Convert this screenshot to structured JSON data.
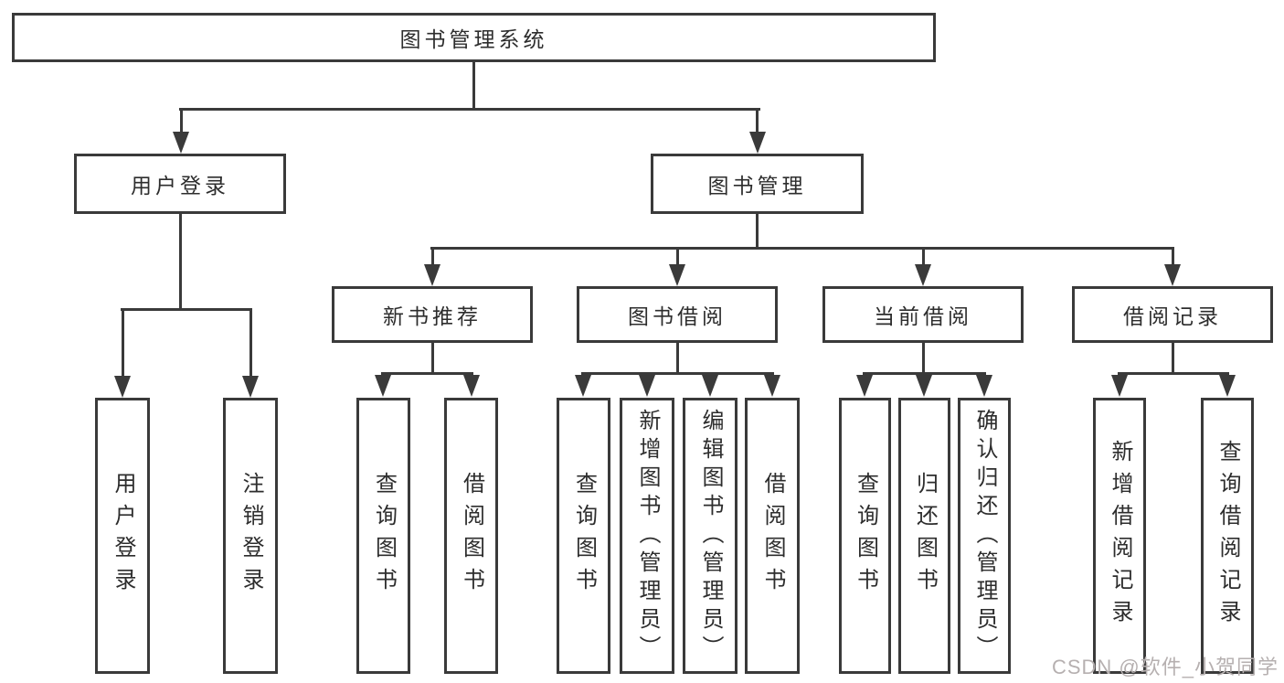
{
  "tree": {
    "label": "图书管理系统",
    "children": [
      {
        "label": "用户登录",
        "children": [
          {
            "label": "用户登录"
          },
          {
            "label": "注销登录"
          }
        ]
      },
      {
        "label": "图书管理",
        "children": [
          {
            "label": "新书推荐",
            "children": [
              {
                "label": "查询图书"
              },
              {
                "label": "借阅图书"
              }
            ]
          },
          {
            "label": "图书借阅",
            "children": [
              {
                "label": "查询图书"
              },
              {
                "label": "新增图书（管理员）"
              },
              {
                "label": "编辑图书（管理员）"
              },
              {
                "label": "借阅图书"
              }
            ]
          },
          {
            "label": "当前借阅",
            "children": [
              {
                "label": "查询图书"
              },
              {
                "label": "归还图书"
              },
              {
                "label": "确认归还（管理员）"
              }
            ]
          },
          {
            "label": "借阅记录",
            "children": [
              {
                "label": "新增借阅记录"
              },
              {
                "label": "查询借阅记录"
              }
            ]
          }
        ]
      }
    ]
  },
  "watermark": {
    "text": "CSDN @软件_小贺同学"
  },
  "colors": {
    "line": "#3a3a3a",
    "text": "#2d2d2d",
    "background": "#ffffff",
    "watermark": "#b6b0b0"
  }
}
